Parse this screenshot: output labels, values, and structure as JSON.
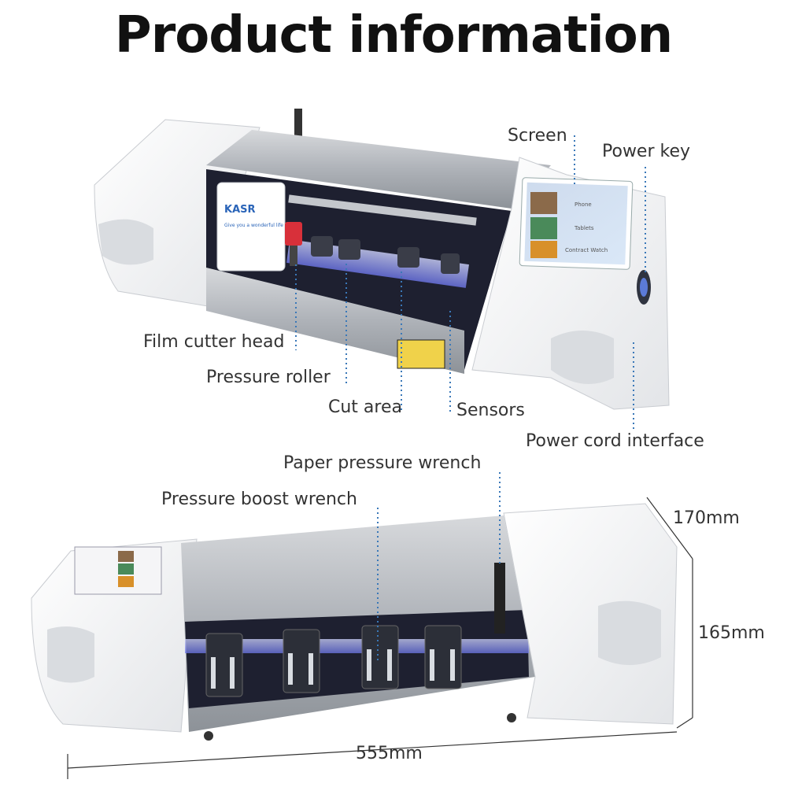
{
  "title": "Product information",
  "brand": {
    "logo": "KASR",
    "tagline": "Give you a wonderful life"
  },
  "labels": {
    "screen": "Screen",
    "power_key": "Power key",
    "film_cutter_head": "Film cutter head",
    "pressure_roller": "Pressure roller",
    "cut_area": "Cut area",
    "sensors": "Sensors",
    "power_cord_interface": "Power cord interface",
    "paper_pressure_wrench": "Paper pressure wrench",
    "pressure_boost_wrench": "Pressure boost wrench"
  },
  "dimensions": {
    "depth": "170mm",
    "height": "165mm",
    "width": "555mm"
  },
  "screen_items": [
    "Phone",
    "Tablets",
    "Contract Watch"
  ],
  "colors": {
    "leader": "#3a78b8",
    "body": "#f2f3f5",
    "metal": "#b8bcc2",
    "uv": "#7a86ff",
    "accent": "#e23a3a"
  }
}
